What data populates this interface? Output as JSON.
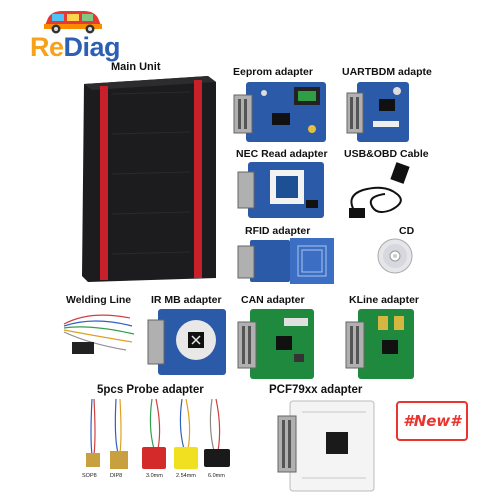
{
  "brand": {
    "name_part1": "Re",
    "name_part2": "Diag",
    "color_part1": "#f6a21a",
    "color_part2": "#2d5fb3"
  },
  "labels": {
    "main_unit": "Main Unit",
    "eeprom": "Eeprom adapter",
    "uartbdm": "UARTBDM adapte",
    "nec_read": "NEC Read adapter",
    "usb_obd": "USB&OBD Cable",
    "rfid": "RFID adapter",
    "cd": "CD",
    "welding_line": "Welding Line",
    "ir_mb": "IR MB adapter",
    "can": "CAN adapter",
    "kline": "KLine adapter",
    "probe": "5pcs Probe adapter",
    "pcf79xx": "PCF79xx adapter"
  },
  "probe_labels": [
    "SOP8",
    "DIP8",
    "3.0mm",
    "2.54mm",
    "6.0mm"
  ],
  "badge": "#New#",
  "colors": {
    "main_body": "#1c1c1e",
    "main_stripe": "#c8202a",
    "board_blue": "#2a5aa8",
    "board_green": "#1f8a3e",
    "badge_red": "#e8352d"
  }
}
